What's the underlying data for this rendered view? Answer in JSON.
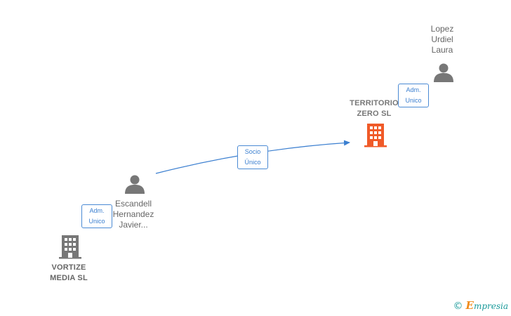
{
  "nodes": {
    "lopez": {
      "label": "Lopez\nUrdiel\nLaura",
      "kind": "person"
    },
    "territorio": {
      "label": "TERRITORIO\nZERO  SL",
      "kind": "company-main"
    },
    "escandell": {
      "label": "Escandell\nHernandez\nJavier...",
      "kind": "person"
    },
    "vortize": {
      "label": "VORTIZE\nMEDIA  SL",
      "kind": "company"
    }
  },
  "edges": {
    "socio_unico": {
      "label": "Socio\nÚnico"
    },
    "adm_unico_lopez": {
      "label": "Adm.\nUnico"
    },
    "adm_unico_escandell": {
      "label": "Adm.\nUnico"
    }
  },
  "colors": {
    "person": "#777777",
    "company": "#777777",
    "company_main": "#f05a28",
    "edge": "#3b7fd0"
  },
  "watermark": {
    "symbol": "©",
    "brand_first": "E",
    "brand_rest": "mpresia"
  }
}
